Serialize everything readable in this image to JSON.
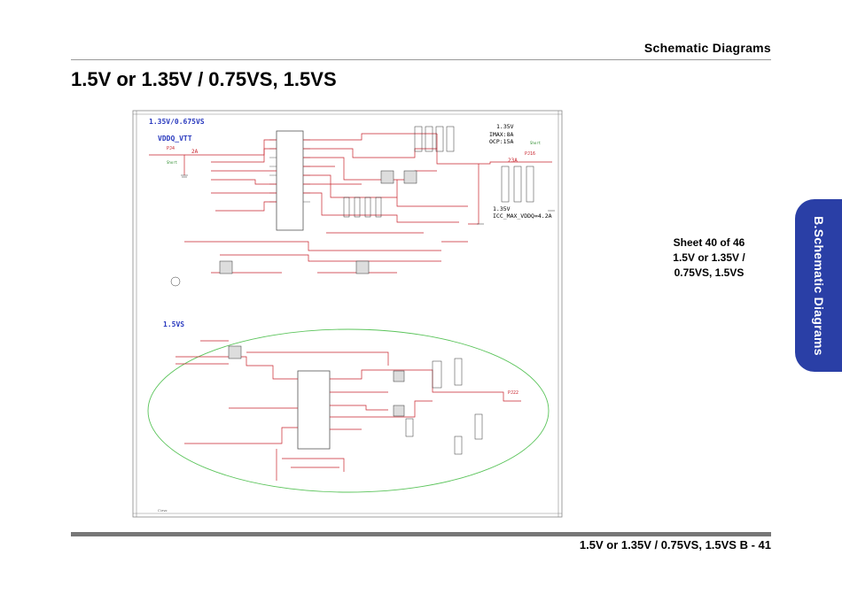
{
  "header": {
    "section_title": "Schematic  Diagrams"
  },
  "page_title": "1.5V or 1.35V / 0.75VS, 1.5VS",
  "schematic": {
    "label_top": "1.35V/0.675VS",
    "label_vddq": "VDDQ_VTT",
    "label_vs": "1.5VS",
    "note_1_35v": "1.35V",
    "note_imax": "IMAX:8A",
    "note_ocp": "OCP:15A",
    "note_1_35v_b": "1.35V",
    "note_icc": "ICC_MAX_VDDQ=4.2A",
    "label_2a": "2A",
    "label_23a": "23A",
    "label_pj4": "PJ4",
    "label_pj16": "PJ16",
    "label_pj22": "PJ22"
  },
  "sheet_info": {
    "line1": "Sheet 40 of 46",
    "line2": "1.5V or 1.35V /",
    "line3": "0.75VS, 1.5VS"
  },
  "side_tab": {
    "label": "B.Schematic Diagrams"
  },
  "footer": {
    "text": "1.5V or 1.35V / 0.75VS, 1.5VS  B  -  41"
  },
  "colors": {
    "tab_blue": "#2a3fa6",
    "wire_red": "#c8232c",
    "net_blue": "#2b3bbf",
    "ellipse_green": "#5bc45b"
  }
}
